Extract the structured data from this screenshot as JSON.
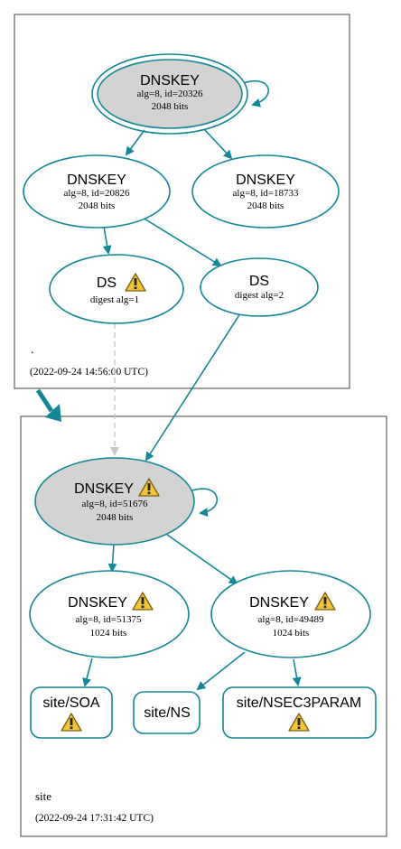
{
  "colors": {
    "edge": "#138797",
    "dashed_edge": "#c8c8c8",
    "box_border": "#404040",
    "ksk_fill": "#d3d3d3",
    "warning_fill": "#f2c43a",
    "warning_stroke": "#7a6010"
  },
  "zones": [
    {
      "name": ".",
      "timestamp": "(2022-09-24 14:56:00 UTC)"
    },
    {
      "name": "site",
      "timestamp": "(2022-09-24 17:31:42 UTC)"
    }
  ],
  "nodes": {
    "root_ksk": {
      "title": "DNSKEY",
      "line1": "alg=8, id=20326",
      "line2": "2048 bits",
      "warning": false
    },
    "root_zsk1": {
      "title": "DNSKEY",
      "line1": "alg=8, id=20826",
      "line2": "2048 bits",
      "warning": false
    },
    "root_zsk2": {
      "title": "DNSKEY",
      "line1": "alg=8, id=18733",
      "line2": "2048 bits",
      "warning": false
    },
    "ds1": {
      "title": "DS",
      "line1": "digest alg=1",
      "warning": true,
      "warning_icon": "warning-icon"
    },
    "ds2": {
      "title": "DS",
      "line1": "digest alg=2",
      "warning": false
    },
    "site_ksk": {
      "title": "DNSKEY",
      "line1": "alg=8, id=51676",
      "line2": "2048 bits",
      "warning": true,
      "warning_icon": "warning-icon"
    },
    "site_zsk1": {
      "title": "DNSKEY",
      "line1": "alg=8, id=51375",
      "line2": "1024 bits",
      "warning": true,
      "warning_icon": "warning-icon"
    },
    "site_zsk2": {
      "title": "DNSKEY",
      "line1": "alg=8, id=49489",
      "line2": "1024 bits",
      "warning": true,
      "warning_icon": "warning-icon"
    },
    "rr_soa": {
      "title": "site/SOA",
      "warning": true,
      "warning_icon": "warning-icon"
    },
    "rr_ns": {
      "title": "site/NS",
      "warning": false
    },
    "rr_nsec3param": {
      "title": "site/NSEC3PARAM",
      "warning": true,
      "warning_icon": "warning-icon"
    }
  },
  "edges": [
    {
      "from": "root_ksk",
      "to": "root_ksk",
      "style": "self-loop"
    },
    {
      "from": "root_ksk",
      "to": "root_zsk1",
      "style": "solid"
    },
    {
      "from": "root_ksk",
      "to": "root_zsk2",
      "style": "solid"
    },
    {
      "from": "root_zsk1",
      "to": "ds1",
      "style": "solid"
    },
    {
      "from": "root_zsk1",
      "to": "ds2",
      "style": "solid"
    },
    {
      "from": "ds1",
      "to": "site_ksk",
      "style": "dashed"
    },
    {
      "from": "ds2",
      "to": "site_ksk",
      "style": "solid"
    },
    {
      "from": "site_ksk",
      "to": "site_ksk",
      "style": "self-loop"
    },
    {
      "from": "site_ksk",
      "to": "site_zsk1",
      "style": "solid"
    },
    {
      "from": "site_ksk",
      "to": "site_zsk2",
      "style": "solid"
    },
    {
      "from": "site_zsk1",
      "to": "rr_soa",
      "style": "solid"
    },
    {
      "from": "site_zsk2",
      "to": "rr_ns",
      "style": "solid"
    },
    {
      "from": "site_zsk2",
      "to": "rr_nsec3param",
      "style": "solid"
    },
    {
      "from": "zone_root",
      "to": "zone_site",
      "style": "delegation"
    }
  ]
}
